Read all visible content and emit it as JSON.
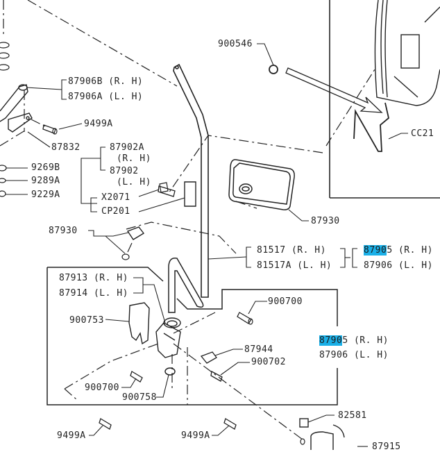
{
  "diagram": {
    "type": "exploded-parts-diagram",
    "highlight_color": "#1ab0e8",
    "callouts": [
      {
        "id": "900546",
        "text": "900546"
      },
      {
        "id": "87906B",
        "text": "87906B",
        "side": "(R. H)"
      },
      {
        "id": "87906A",
        "text": "87906A",
        "side": "(L. H)"
      },
      {
        "id": "9499A_top",
        "text": "9499A"
      },
      {
        "id": "87832",
        "text": "87832"
      },
      {
        "id": "87902A",
        "text": "87902A",
        "side": "(R. H)"
      },
      {
        "id": "87902",
        "text": "87902",
        "side": "(L. H)"
      },
      {
        "id": "9269B",
        "text": "9269B"
      },
      {
        "id": "9289A",
        "text": "9289A"
      },
      {
        "id": "9229A",
        "text": "9229A"
      },
      {
        "id": "X2071",
        "text": "X2071"
      },
      {
        "id": "CP201",
        "text": "CP201"
      },
      {
        "id": "CC21",
        "text": "CC21"
      },
      {
        "id": "87930_top",
        "text": "87930"
      },
      {
        "id": "87930_left",
        "text": "87930"
      },
      {
        "id": "81517",
        "text": "81517",
        "side": "(R. H)"
      },
      {
        "id": "81517A",
        "text": "81517A",
        "side": "(L. H)"
      },
      {
        "id": "87905_top",
        "text_highlighted": "8790",
        "text_rest": "5",
        "side": "(R. H)"
      },
      {
        "id": "87906_top",
        "text": "87906",
        "side": "(L. H)"
      },
      {
        "id": "87913",
        "text": "87913",
        "side": "(R. H)"
      },
      {
        "id": "87914",
        "text": "87914",
        "side": "(L. H)"
      },
      {
        "id": "900700_right",
        "text": "900700"
      },
      {
        "id": "900753",
        "text": "900753"
      },
      {
        "id": "87944",
        "text": "87944"
      },
      {
        "id": "900702",
        "text": "900702"
      },
      {
        "id": "87905_box",
        "text_highlighted": "8790",
        "text_rest": "5",
        "side": "(R. H)"
      },
      {
        "id": "87906_box",
        "text": "87906",
        "side": "(L. H)"
      },
      {
        "id": "900700_left",
        "text": "900700"
      },
      {
        "id": "900758",
        "text": "900758"
      },
      {
        "id": "82581",
        "text": "82581"
      },
      {
        "id": "9499A_bl",
        "text": "9499A"
      },
      {
        "id": "9499A_bm",
        "text": "9499A"
      },
      {
        "id": "87915",
        "text": "87915"
      }
    ]
  }
}
